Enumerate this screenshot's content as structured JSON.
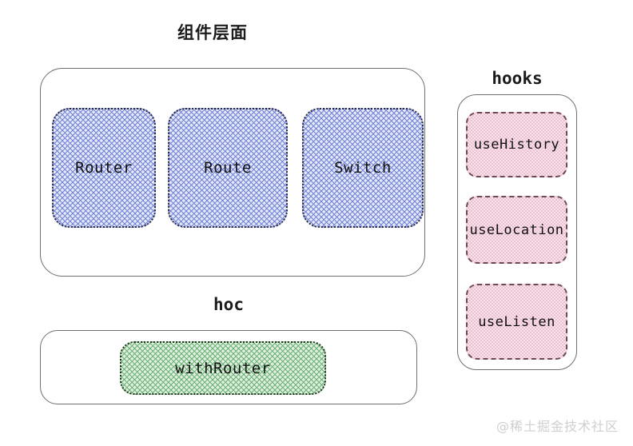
{
  "diagram": {
    "background_color": "#ffffff",
    "sections": {
      "component_layer": {
        "caption": "组件层面",
        "nodes": [
          {
            "label": "Router",
            "style": "blue-crosshatch"
          },
          {
            "label": "Route",
            "style": "blue-crosshatch"
          },
          {
            "label": "Switch",
            "style": "blue-crosshatch"
          }
        ]
      },
      "hooks": {
        "caption": "hooks",
        "nodes": [
          {
            "label": "useHistory",
            "style": "pink-checker"
          },
          {
            "label": "useLocation",
            "style": "pink-checker"
          },
          {
            "label": "useListen",
            "style": "pink-checker"
          }
        ]
      },
      "hoc": {
        "caption": "hoc",
        "nodes": [
          {
            "label": "withRouter",
            "style": "green-crosshatch"
          }
        ]
      }
    },
    "watermark": "@稀土掘金技术社区",
    "colors": {
      "container_border": "#6f6f6f",
      "blue_fill": "#e3e7f8",
      "blue_hatch": "#6c7ed6",
      "blue_border": "#2b2b40",
      "pink_fill": "#eec0d2",
      "pink_border": "#6b4a56",
      "green_fill": "#dff0e0",
      "green_hatch": "#68ae70",
      "green_border": "#23351f",
      "text": "#111111",
      "watermark": "#cfcfcf"
    }
  }
}
